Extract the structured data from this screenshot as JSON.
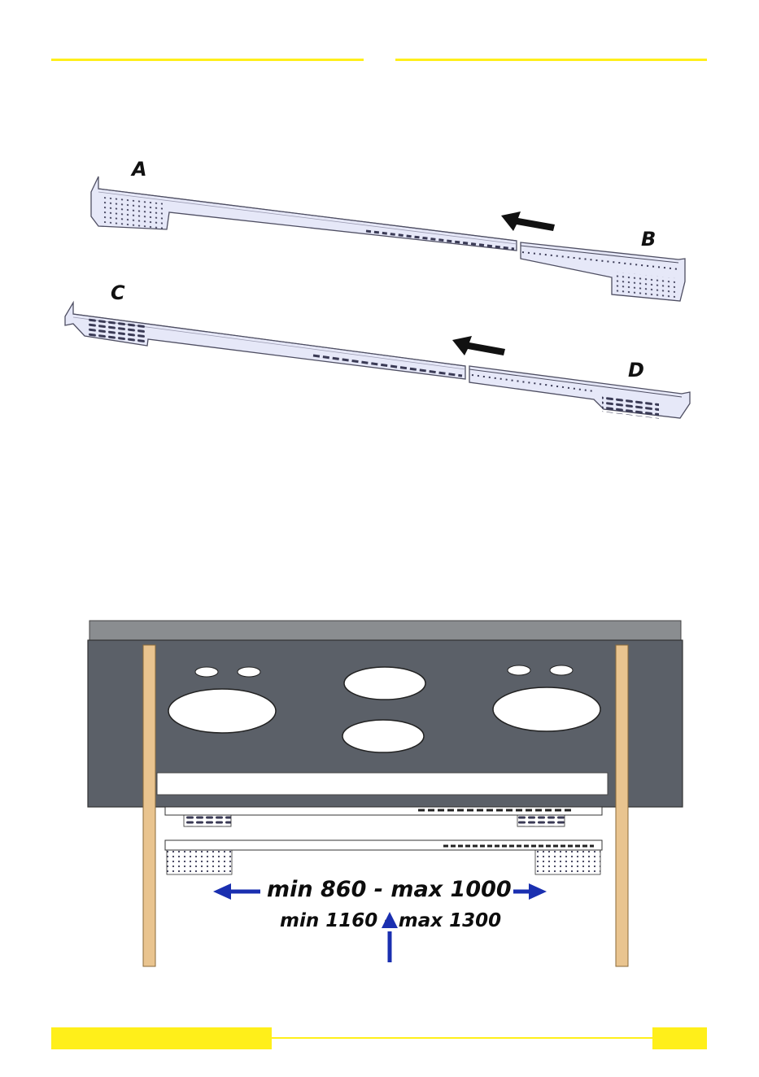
{
  "colors": {
    "accent_yellow": "#ffef1a",
    "rail_fill": "#e6e8f8",
    "rail_edge": "#5a5a6e",
    "arrow_blue": "#1a2fb0",
    "stone": "#5b6068",
    "wood": "#e9c48f"
  },
  "labels": {
    "a": "A",
    "b": "B",
    "c": "C",
    "d": "D"
  },
  "dimensions": {
    "width_range": "min 860 - max 1000",
    "depth_range": "min 1160 - max 1300"
  },
  "icons": [
    "push-arrow-icon",
    "dimension-arrow-icon"
  ]
}
